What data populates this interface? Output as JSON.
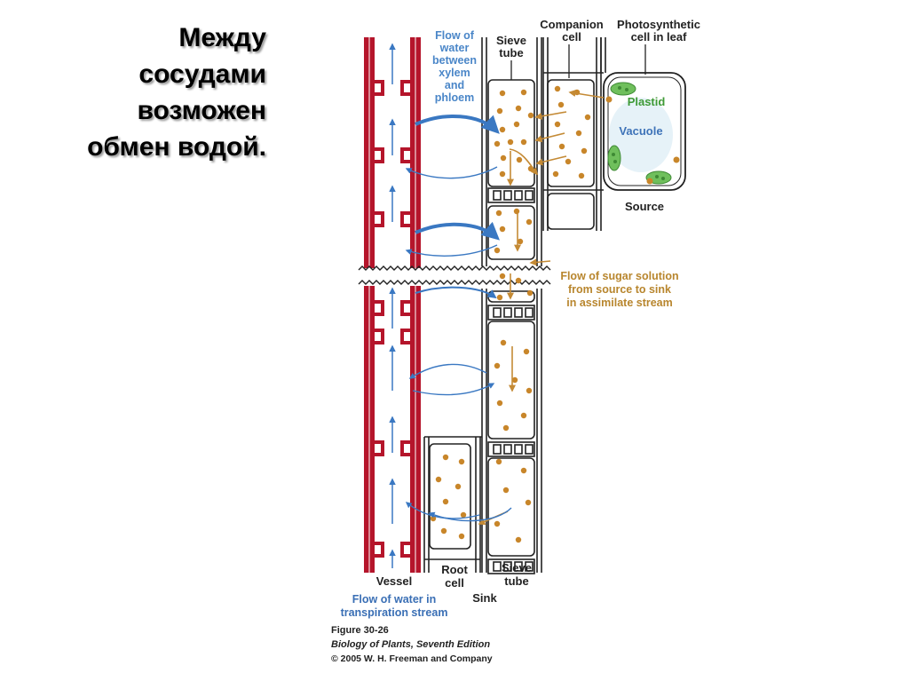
{
  "slide": {
    "title_lines": [
      "Между",
      "сосудами",
      "возможен",
      "обмен водой."
    ]
  },
  "figure": {
    "labels": {
      "companion_cell": [
        "Companion",
        "cell"
      ],
      "photosynthetic_cell": [
        "Photosynthetic",
        "cell in leaf"
      ],
      "sieve_tube_top": [
        "Sieve",
        "tube"
      ],
      "flow_water_between": [
        "Flow of",
        "water",
        "between",
        "xylem",
        "and",
        "phloem"
      ],
      "plastid": "Plastid",
      "vacuole": "Vacuole",
      "source": "Source",
      "flow_sugar": [
        "Flow of sugar solution",
        "from source to sink",
        "in assimilate stream"
      ],
      "vessel": "Vessel",
      "root_cell": [
        "Root",
        "cell"
      ],
      "sieve_tube_bottom": [
        "Sieve",
        "tube"
      ],
      "sink": "Sink",
      "flow_transpiration": [
        "Flow of water in",
        "transpiration stream"
      ]
    },
    "caption": {
      "figure_number": "Figure 30-26",
      "book": "Biology of Plants, Seventh Edition",
      "copyright": "© 2005 W. H. Freeman and Company"
    },
    "colors": {
      "xylem_wall": "#b5152b",
      "water_arrow": "#3a78c2",
      "water_label": "#4a86c8",
      "sugar_dot": "#c8862a",
      "sugar_arrow": "#c48a35",
      "sugar_label": "#b8862e",
      "plastid_green": "#5caa47",
      "plastid_label": "#3e9a36",
      "vacuole_fill": "#e6f2f8",
      "vacuole_label": "#3e73b8",
      "cell_wall": "#222222"
    }
  }
}
